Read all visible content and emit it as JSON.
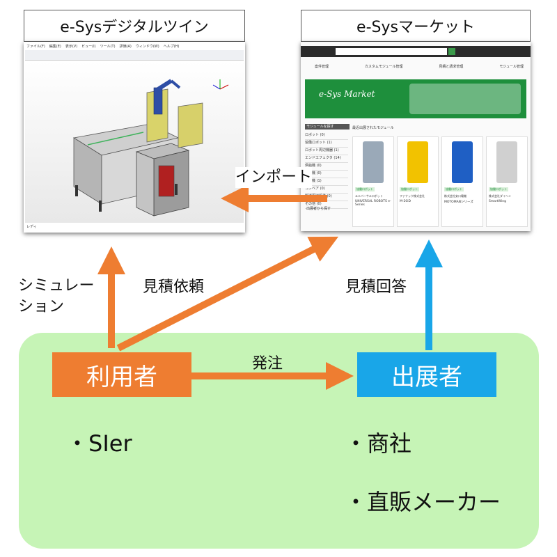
{
  "titles": {
    "twin": "e-Sysデジタルツイン",
    "market": "e-Sysマーケット"
  },
  "roles": {
    "user": "利用者",
    "exhibitor": "出展者"
  },
  "arrows": {
    "import": "インポート",
    "simulation": "シミュレー\nション",
    "quote_request": "見積依頼",
    "quote_reply": "見積回答",
    "order": "発注"
  },
  "bullets": {
    "user": [
      "・SIer"
    ],
    "exhibitor": [
      "・商社",
      "・直販メーカー"
    ]
  },
  "twin_screen": {
    "menus": [
      "ファイル(F)",
      "編集(E)",
      "表示(V)",
      "ビュー(I)",
      "ツール(T)",
      "評価(A)",
      "ウィンドウ(W)",
      "ヘルプ(H)"
    ],
    "status": "レディ"
  },
  "market_screen": {
    "nav": [
      "案件管理",
      "カスタムモジュール管理",
      "見積と請求管理",
      "モジュール管理"
    ],
    "banner": "e-Sys Market",
    "sidebar_title": "モジュールを探す",
    "sidebar_items": [
      "ロボット (0)",
      "協働ロボット (1)",
      "ロボット周辺機器 (1)",
      "エンドエフェクタ (14)",
      "供給機 (0)",
      "検査機 (0)",
      "搬送機 (1)",
      "コンベア (0)",
      "搬送周辺設備 (0)",
      "その他 (0)"
    ],
    "sidebar_footer": "出展者から探す",
    "section_title": "最近出展されたモジュール",
    "products": [
      {
        "vendor": "ユニバーサルロボット",
        "name": "UNIVERSAL ROBOTS e-Series",
        "badge": "協働ロボット"
      },
      {
        "vendor": "ファナック株式会社",
        "name": "M-20iD",
        "badge": "協働ロボット"
      },
      {
        "vendor": "株式会社安川電機",
        "name": "MOTOMANシリーズ",
        "badge": "協働ロボット"
      },
      {
        "vendor": "株式会社ダイヘン",
        "name": "SmartWing",
        "badge": "協働ロボット"
      }
    ]
  },
  "colors": {
    "orange": "#ee7d31",
    "blue": "#19a6e8",
    "panel": "#c6f4b6",
    "market_green": "#1e8f3c"
  }
}
